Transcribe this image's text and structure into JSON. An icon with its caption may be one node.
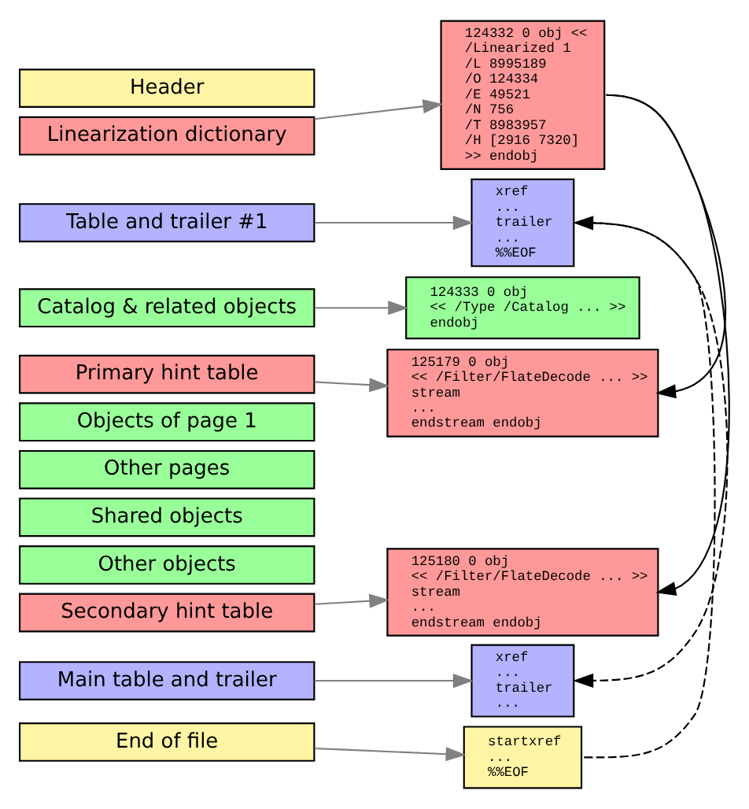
{
  "diagram": {
    "nodes": [
      {
        "text": [
          "Header"
        ]
      },
      {
        "text": [
          "Linearization dictionary"
        ]
      },
      {
        "text": [
          "Table and trailer #1"
        ]
      },
      {
        "text": [
          "Catalog & related objects"
        ]
      },
      {
        "text": [
          "Primary hint table"
        ]
      },
      {
        "text": [
          "Objects of page 1"
        ]
      },
      {
        "text": [
          "Other pages"
        ]
      },
      {
        "text": [
          "Shared objects"
        ]
      },
      {
        "text": [
          "Other objects"
        ]
      },
      {
        "text": [
          "Secondary hint table"
        ]
      },
      {
        "text": [
          "Main table and trailer"
        ]
      },
      {
        "text": [
          "End of file"
        ]
      },
      {
        "text": [
          "124332 0 obj <<",
          "/Linearized 1",
          "/L 8995189",
          "/O 124334",
          "/E 49521",
          "/N 756",
          "/T 8983957",
          "/H [2916 7320]",
          ">> endobj"
        ]
      },
      {
        "text": [
          "xref",
          "...",
          "trailer",
          "...",
          "%%EOF"
        ]
      },
      {
        "text": [
          "124333 0 obj",
          "<< /Type /Catalog ... >>",
          "endobj"
        ]
      },
      {
        "text": [
          "125179 0 obj",
          "<< /Filter/FlateDecode ... >>",
          "stream",
          "...",
          "endstream endobj"
        ]
      },
      {
        "text": [
          "125180 0 obj",
          "<< /Filter/FlateDecode ... >>",
          "stream",
          "...",
          "endstream endobj"
        ]
      },
      {
        "text": [
          "xref",
          "...",
          "trailer",
          "..."
        ]
      },
      {
        "text": [
          "startxref",
          "...",
          "%%EOF"
        ]
      }
    ],
    "edges": [
      {
        "from": 1,
        "to": 12,
        "arrow": "to"
      },
      {
        "from": 2,
        "to": 13,
        "arrow": "to"
      },
      {
        "from": 3,
        "to": 14,
        "arrow": "to"
      },
      {
        "from": 4,
        "to": 15,
        "arrow": "to"
      },
      {
        "from": 9,
        "to": 16,
        "arrow": "to"
      },
      {
        "from": 10,
        "to": 17,
        "arrow": "to"
      },
      {
        "from": 11,
        "to": 18,
        "arrow": "to"
      },
      {
        "from": 12,
        "to": 15,
        "arrow": "to",
        "color": "#000000"
      },
      {
        "from": 12,
        "to": 16,
        "arrow": "to",
        "color": "#000000"
      },
      {
        "from": 13,
        "to": 17,
        "arrow": "to",
        "style": "dashed",
        "color": "#000000"
      },
      {
        "from": 18,
        "to": 13,
        "arrow": "to",
        "style": "dashed",
        "color": "#000000"
      }
    ]
  }
}
